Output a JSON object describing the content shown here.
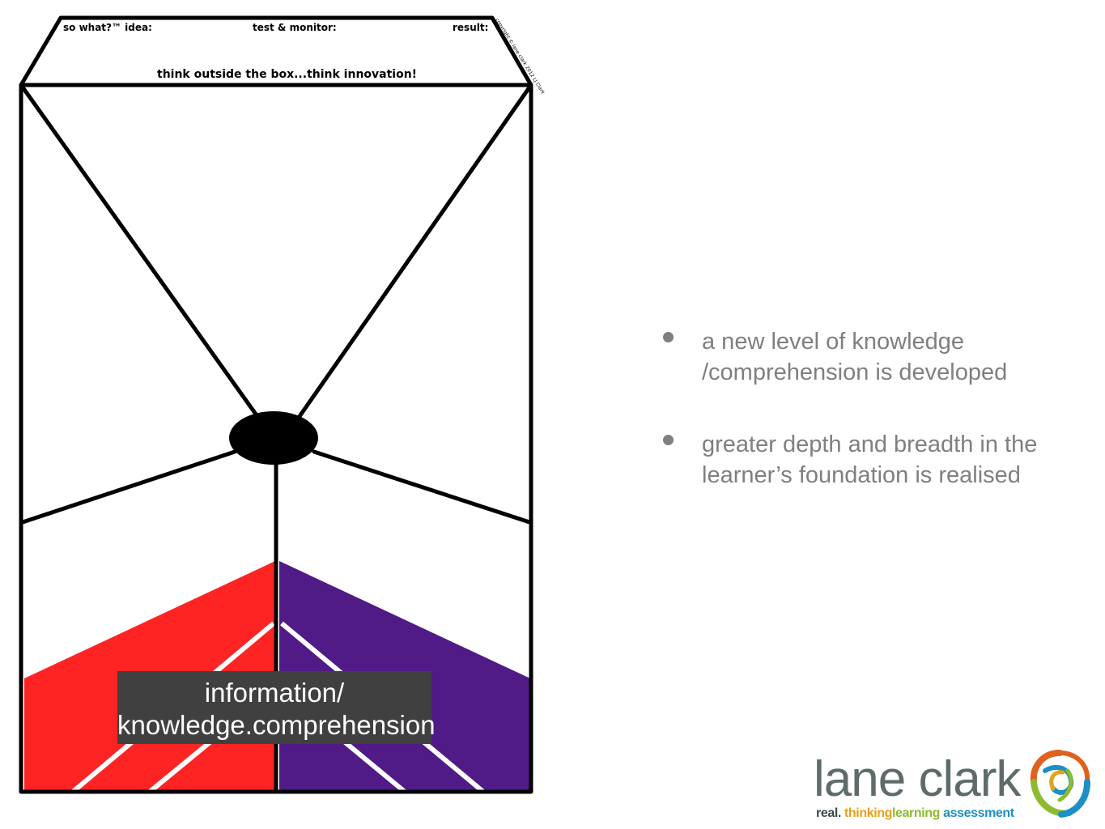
{
  "sheet": {
    "header_left": "so what?™ idea:",
    "header_center": "test & monitor:",
    "header_right": "result:",
    "copyright": "copyright © lane clark 2012 LJ Clark",
    "center_text": "think outside the box...think innovation!"
  },
  "caption": {
    "line1": "information/",
    "line2": "knowledge.comprehension"
  },
  "bullets": [
    {
      "text": "a new level of knowledge /comprehension is developed"
    },
    {
      "text": "greater depth and breadth in the learner’s foundation is realised"
    }
  ],
  "logo": {
    "name": "lane clark",
    "tagline_real": "real.",
    "tagline_thinking": "thinking",
    "tagline_learning": "learning",
    "tagline_assessment": "assessment"
  },
  "colors": {
    "red_fill": "#ff2424",
    "purple_fill": "#501a87",
    "bullet_text": "#7f7f7f",
    "caption_bg": "#404040"
  }
}
